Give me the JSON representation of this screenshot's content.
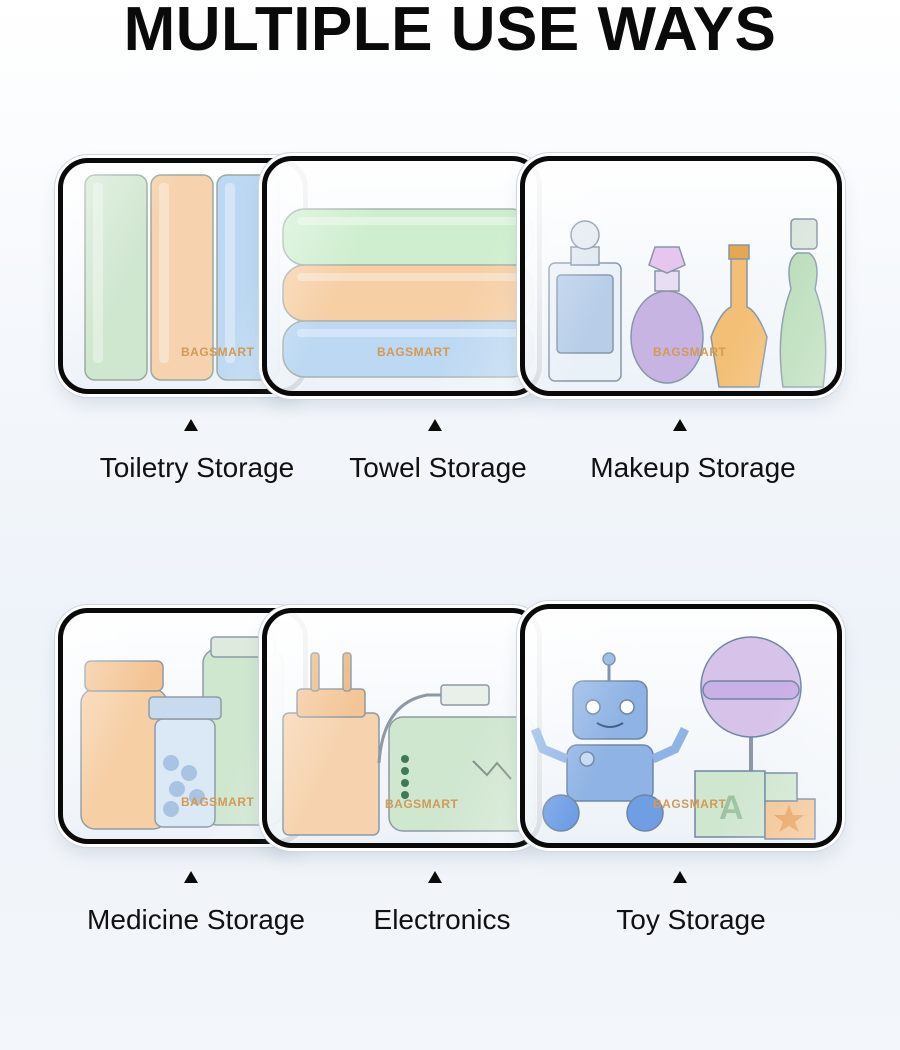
{
  "title": "MULTIPLE USE WAYS",
  "brand": "BAGSMART",
  "categories": [
    {
      "label": "Toiletry Storage",
      "icon": "toiletry-tubes-icon"
    },
    {
      "label": "Towel Storage",
      "icon": "folded-towels-icon"
    },
    {
      "label": "Makeup Storage",
      "icon": "perfume-bottles-icon"
    },
    {
      "label": "Medicine Storage",
      "icon": "pill-bottles-icon"
    },
    {
      "label": "Electronics",
      "icon": "charger-powerbank-icon"
    },
    {
      "label": "Toy Storage",
      "icon": "robot-toy-icon"
    }
  ],
  "colors": {
    "outline": "#0a0a0a",
    "brand": "#d39a55",
    "green": "#cfe6cf",
    "peach": "#f6d3ae",
    "blue": "#bcd8f2",
    "lilac": "#d7c3ea"
  }
}
